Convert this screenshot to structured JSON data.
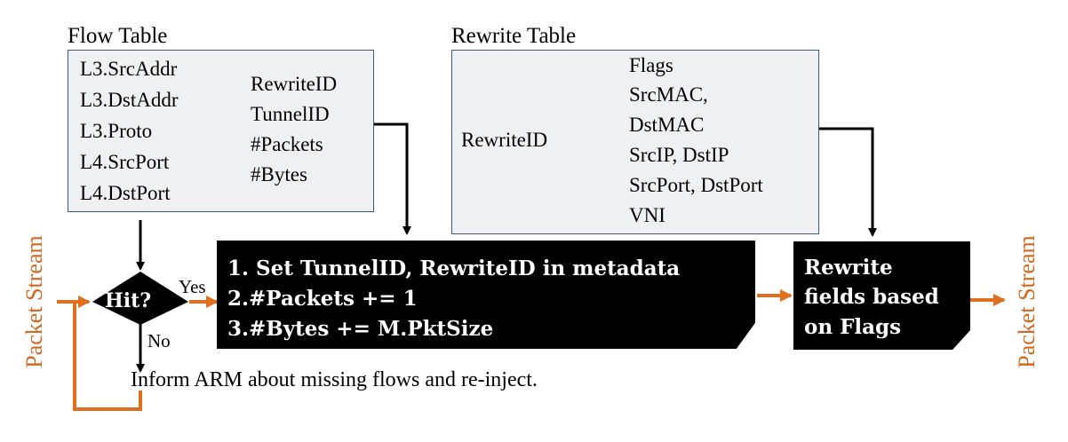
{
  "flow_table": {
    "title": "Flow Table",
    "keys": [
      "L3.SrcAddr",
      "L3.DstAddr",
      "L3.Proto",
      "L4.SrcPort",
      "L4.DstPort"
    ],
    "values": [
      "RewriteID",
      "TunnelID",
      "#Packets",
      "#Bytes"
    ]
  },
  "rewrite_table": {
    "title": "Rewrite Table",
    "key": "RewriteID",
    "values": [
      "Flags",
      "SrcMAC,",
      "DstMAC",
      "SrcIP, DstIP",
      "SrcPort, DstPort",
      "VNI"
    ]
  },
  "decision": {
    "label": "Hit?",
    "yes_label": "Yes",
    "no_label": "No"
  },
  "action_box": {
    "lines": [
      "1. Set TunnelID, RewriteID in metadata",
      "2.#Packets += 1",
      "3.#Bytes += M.PktSize"
    ]
  },
  "rewrite_box": {
    "lines": [
      "Rewrite",
      "fields based",
      "on Flags"
    ]
  },
  "miss_text": "Inform ARM about missing flows and re-inject.",
  "input_label": "Packet Stream",
  "output_label": "Packet Stream",
  "colors": {
    "stream": "#d06a22",
    "box_fill": "#eef0f2",
    "box_border": "#3a5a86",
    "arrow_gray": "#808080"
  }
}
